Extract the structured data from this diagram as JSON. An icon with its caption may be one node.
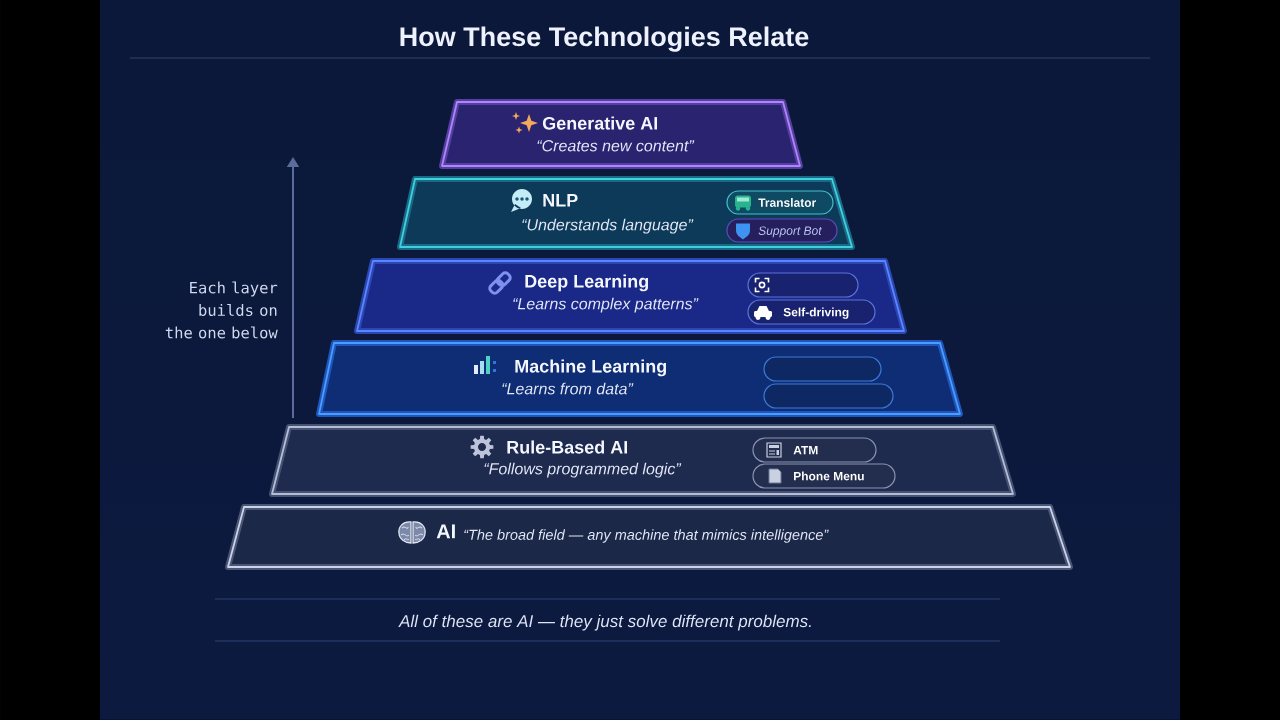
{
  "diagram": {
    "title": "How These Technologies Relate",
    "nodes": [
      {
        "text": [
          "Generative AI",
          "“Creates new content”"
        ]
      },
      {
        "text": [
          "NLP",
          "“Understands language”"
        ]
      },
      {
        "text": [
          "Translator"
        ],
        "in": 1
      },
      {
        "text": [
          "Support Bot"
        ],
        "in": 1
      },
      {
        "text": [
          "Deep Learning",
          "“Learns complex patterns”"
        ]
      },
      {
        "text": [],
        "shape": "box",
        "in": 4
      },
      {
        "text": [
          "Self-driving"
        ],
        "in": 4
      },
      {
        "text": [
          "Machine Learning",
          "“Learns from data”"
        ]
      },
      {
        "text": [],
        "shape": "box",
        "in": 7
      },
      {
        "text": [],
        "shape": "box",
        "in": 7
      },
      {
        "text": [
          "Rule-Based AI",
          "“Follows programmed logic”"
        ]
      },
      {
        "text": [
          "ATM"
        ],
        "in": 10
      },
      {
        "text": [
          "Phone Menu"
        ],
        "in": 10
      },
      {
        "text": [
          "AI",
          "“The broad field — any machine that mimics intelligence”"
        ]
      }
    ],
    "labels": [
      "Each layer builds on the one below"
    ],
    "caption": "All of these are AI — they just solve different problems."
  }
}
